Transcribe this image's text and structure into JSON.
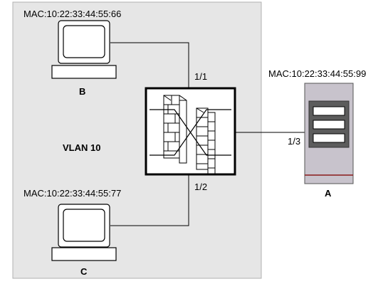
{
  "vlan": {
    "label": "VLAN 10"
  },
  "hosts": [
    {
      "id": "B",
      "mac": "MAC:10:22:33:44:55:66",
      "port": "1/1"
    },
    {
      "id": "C",
      "mac": "MAC:10:22:33:44:55:77",
      "port": "1/2"
    }
  ],
  "server": {
    "id": "A",
    "mac": "MAC:10:22:33:44:55:99",
    "port": "1/3"
  },
  "colors": {
    "vlan_area": "#e6e6e6",
    "vlan_border": "#b0b0b0",
    "server_body": "#c8c3cc",
    "server_accent": "#8b1a1a"
  }
}
